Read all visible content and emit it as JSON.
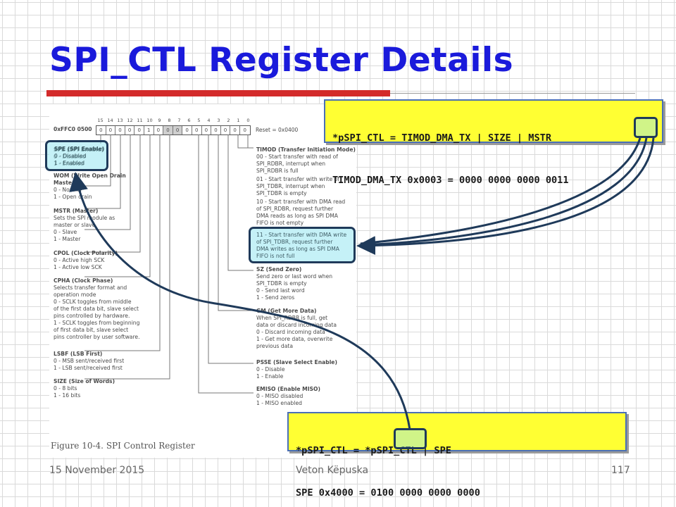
{
  "slide": {
    "title": "SPI_CTL Register Details"
  },
  "figure": {
    "address": "0xFFC0 0500",
    "reset": "Reset = 0x0400",
    "bit_numbers": [
      "15",
      "14",
      "13",
      "12",
      "11",
      "10",
      "9",
      "8",
      "7",
      "6",
      "5",
      "4",
      "3",
      "2",
      "1",
      "0"
    ],
    "bit_values": [
      "0",
      "0",
      "0",
      "0",
      "0",
      "1",
      "0",
      "0",
      "0",
      "0",
      "0",
      "0",
      "0",
      "0",
      "0",
      "0"
    ],
    "caption": "Figure 10-4. SPI Control Register",
    "left_fields": [
      {
        "name": "SPE (SPI Enable)",
        "lines": [
          "0 - Disabled",
          "1 - Enabled"
        ]
      },
      {
        "name": "WOM (Write Open Drain",
        "lines": [
          "Master)",
          "0 - Normal",
          "1 - Open drain"
        ]
      },
      {
        "name": "MSTR (Master)",
        "lines": [
          "Sets the SPI module as",
          "master or slave",
          "0 - Slave",
          "1 - Master"
        ]
      },
      {
        "name": "CPOL (Clock Polarity)",
        "lines": [
          "0 - Active high SCK",
          "1 - Active low SCK"
        ]
      },
      {
        "name": "CPHA (Clock Phase)",
        "lines": [
          "Selects transfer format and",
          "operation mode",
          "0 - SCLK toggles from middle",
          "   of the first data bit, slave select",
          "   pins controlled by hardware.",
          "1 - SCLK toggles from beginning",
          "   of first data bit, slave select",
          "   pins controller by user software."
        ]
      },
      {
        "name": "LSBF (LSB First)",
        "lines": [
          "0 - MSB sent/received first",
          "1 - LSB sent/received first"
        ]
      },
      {
        "name": "SIZE (Size of Words)",
        "lines": [
          "0 - 8 bits",
          "1 - 16 bits"
        ]
      }
    ],
    "right_fields": [
      {
        "name": "TIMOD (Transfer Initiation Mode)",
        "lines": [
          "00 - Start transfer with read of",
          "      SPI_RDBR, interrupt when",
          "      SPI_RDBR is full",
          "01 - Start transfer with write of",
          "      SPI_TDBR, interrupt when",
          "      SPI_TDBR is empty",
          "10 - Start transfer with DMA read",
          "      of SPI_RDBR, request further",
          "      DMA reads as long as SPI DMA",
          "      FIFO is not empty"
        ]
      },
      {
        "name": "",
        "lines": [
          "11 - Start transfer with DMA write",
          "      of SPI_TDBR, request further",
          "      DMA writes as long as SPI DMA",
          "      FIFO is not full"
        ]
      },
      {
        "name": "SZ (Send Zero)",
        "lines": [
          "Send zero or last word when",
          "SPI_TDBR is empty",
          "0 - Send last word",
          "1 - Send zeros"
        ]
      },
      {
        "name": "GM (Get More Data)",
        "lines": [
          "When SPI_RDBR is full, get",
          "data or discard incoming data",
          "0 - Discard incoming data",
          "1 - Get more data, overwrite",
          "      previous data"
        ]
      },
      {
        "name": "PSSE (Slave Select Enable)",
        "lines": [
          "0 - Disable",
          "1 - Enable"
        ]
      },
      {
        "name": "EMISO (Enable MISO)",
        "lines": [
          "0 - MISO disabled",
          "1 - MISO enabled"
        ]
      }
    ]
  },
  "code_top": {
    "line1": "*pSPI_CTL = TIMOD_DMA_TX | SIZE | MSTR",
    "line2": "TIMOD_DMA_TX 0x0003 = 0000 0000 0000 0011"
  },
  "code_bottom": {
    "line1": "*pSPI_CTL = *pSPI_CTL | SPE",
    "line2": "SPE 0x4000 = 0100 0000 0000 0000"
  },
  "footer": {
    "date": "15 November 2015",
    "author": "Veton Këpuska",
    "page": "117"
  },
  "colors": {
    "title": "#1a1adb",
    "accent_red": "#d32a2a",
    "code_bg": "#ffff33",
    "arrow": "#1f3a5a",
    "highlight": "#96e6f0"
  }
}
